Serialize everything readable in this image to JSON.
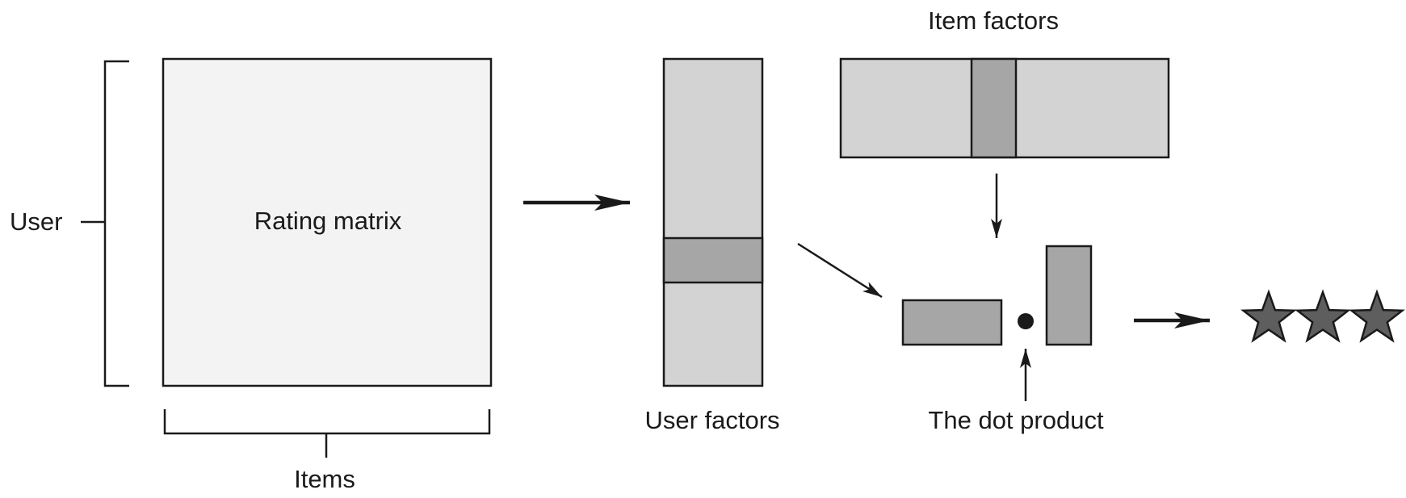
{
  "labels": {
    "user": "User",
    "items": "Items",
    "rating_matrix": "Rating matrix",
    "user_factors": "User factors",
    "item_factors": "Item factors",
    "dot_product": "The dot product"
  },
  "colors": {
    "stroke": "#1a1a1a",
    "matrix_fill": "#f3f3f3",
    "factor_fill": "#d3d3d3",
    "highlight_fill": "#a6a6a6",
    "star_fill": "#5e5e5e"
  },
  "rating": {
    "stars": 3
  }
}
